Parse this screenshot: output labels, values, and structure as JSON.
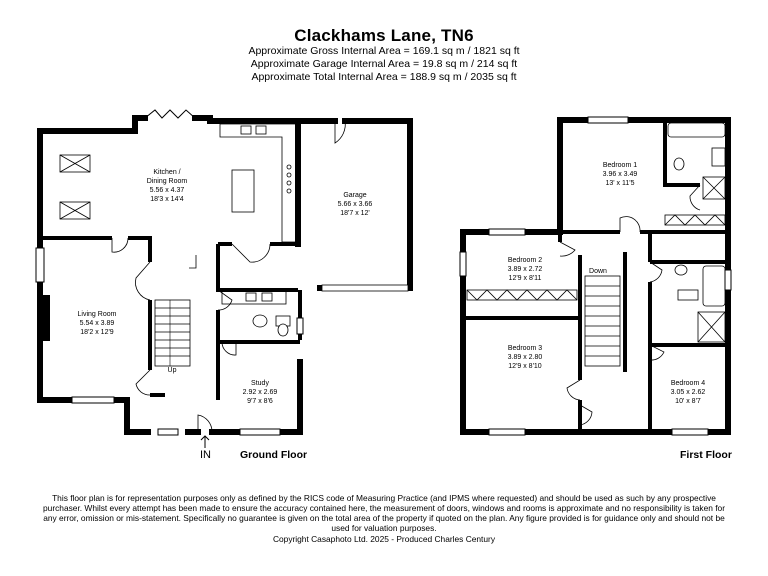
{
  "header": {
    "title": "Clackhams Lane, TN6",
    "areas": [
      "Approximate Gross Internal Area = 169.1 sq m / 1821 sq ft",
      "Approximate Garage Internal Area = 19.8 sq m / 214 sq ft",
      "Approximate Total Internal Area = 188.9 sq m / 2035 sq ft"
    ]
  },
  "ground_floor": {
    "label": "Ground Floor",
    "entrance_label": "IN",
    "stair_label": "Up",
    "rooms": {
      "kitchen": {
        "name_line1": "Kitchen /",
        "name_line2": "Dining Room",
        "metric": "5.56 x 4.37",
        "imperial": "18'3 x 14'4"
      },
      "garage": {
        "name": "Garage",
        "metric": "5.66 x 3.66",
        "imperial": "18'7 x 12'"
      },
      "living": {
        "name": "Living Room",
        "metric": "5.54 x 3.89",
        "imperial": "18'2 x 12'9"
      },
      "study": {
        "name": "Study",
        "metric": "2.92 x 2.69",
        "imperial": "9'7 x 8'6"
      }
    }
  },
  "first_floor": {
    "label": "First Floor",
    "stair_label": "Down",
    "rooms": {
      "bedroom1": {
        "name": "Bedroom 1",
        "metric": "3.96 x 3.49",
        "imperial": "13' x 11'5"
      },
      "bedroom2": {
        "name": "Bedroom 2",
        "metric": "3.89 x 2.72",
        "imperial": "12'9 x 8'11"
      },
      "bedroom3": {
        "name": "Bedroom 3",
        "metric": "3.89 x 2.80",
        "imperial": "12'9 x 8'10"
      },
      "bedroom4": {
        "name": "Bedroom 4",
        "metric": "3.05 x 2.62",
        "imperial": "10' x 8'7"
      }
    }
  },
  "footer": {
    "disclaimer": "This floor plan is for representation purposes only as defined by the RICS code of Measuring Practice (and IPMS where requested) and should be used as such by any prospective purchaser. Whilst every attempt has been made to ensure the accuracy contained here, the measurement of doors, windows and rooms is approximate and no responsibility is taken for any error, omission or mis-statement. Specifically no guarantee is given on the total area of the property if quoted on the plan. Any figure provided is for guidance only and should not be used for valuation purposes.",
    "copyright": "Copyright Casaphoto Ltd. 2025 - Produced Charles Century"
  },
  "colors": {
    "wall": "#000000",
    "fixture": "#777777",
    "fixture_fill": "#d9d9d9",
    "background": "#ffffff"
  }
}
